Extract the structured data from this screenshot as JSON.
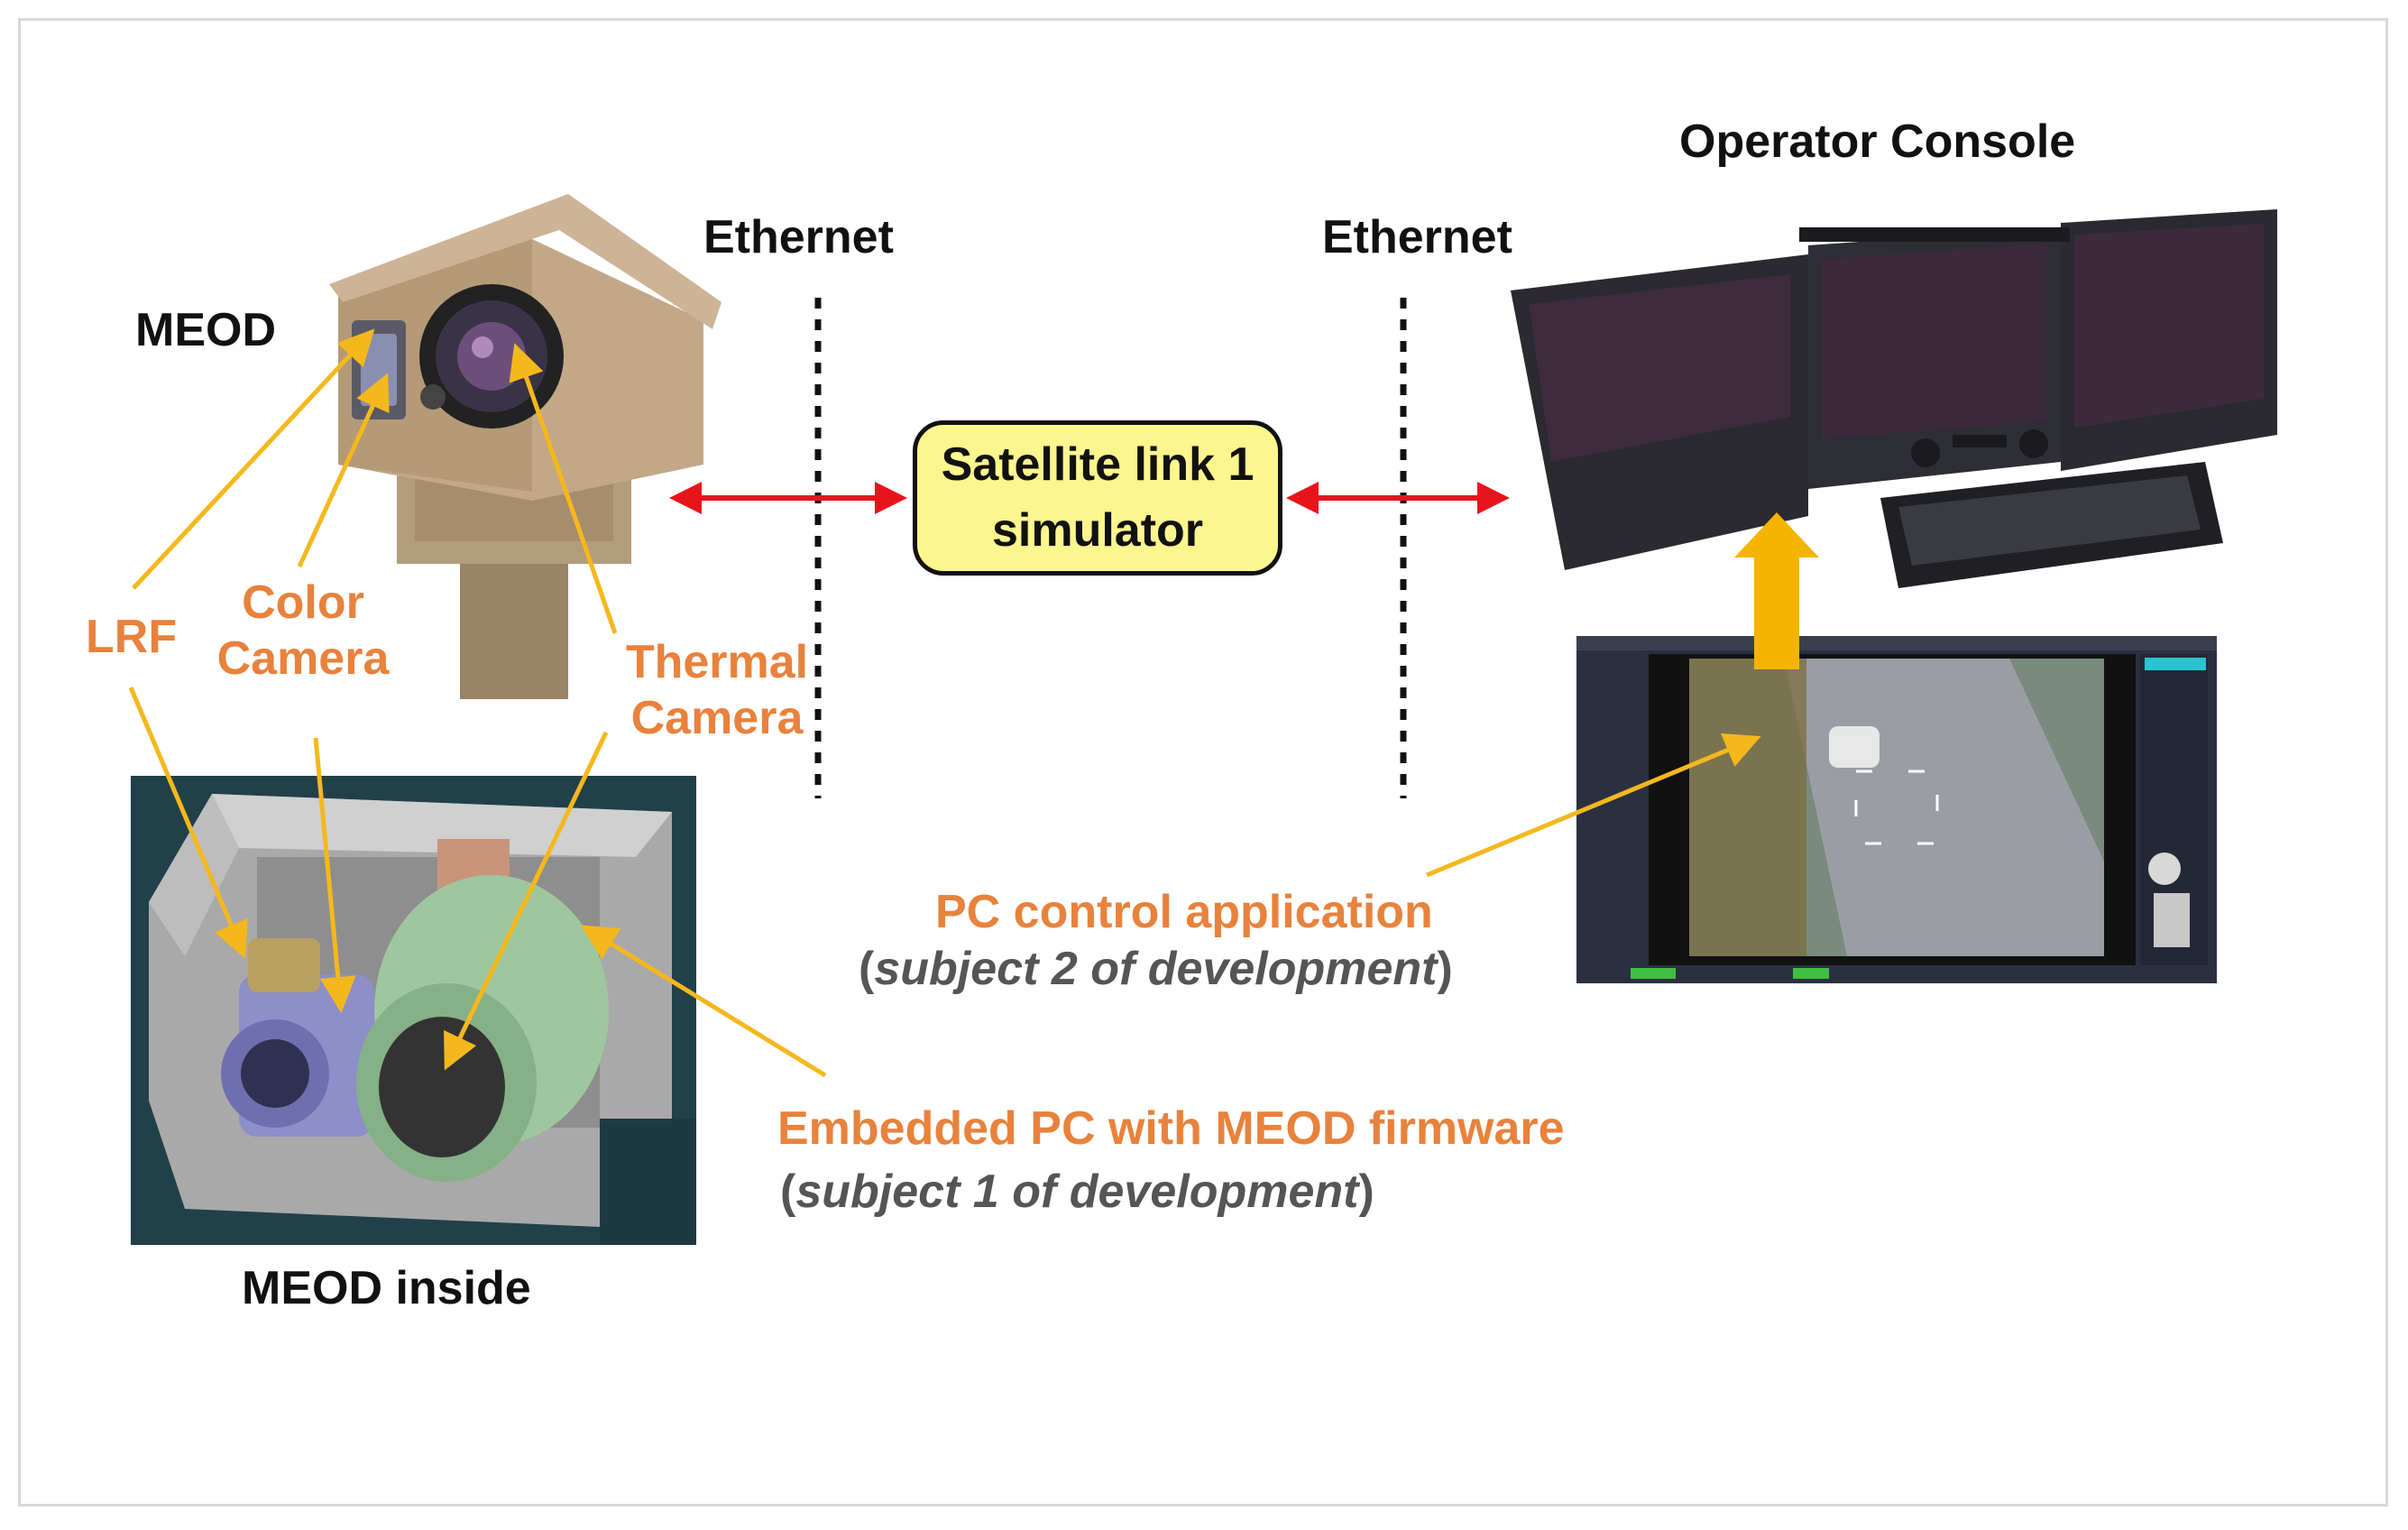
{
  "labels": {
    "meod": "MEOD",
    "ethernet_left": "Ethernet",
    "ethernet_right": "Ethernet",
    "operator_console": "Operator Console",
    "satellite_line1": "Satellite link 1",
    "satellite_line2": "simulator",
    "lrf": "LRF",
    "color_camera_line1": "Color",
    "color_camera_line2": "Camera",
    "thermal_camera_line1": "Thermal",
    "thermal_camera_line2": "Camera",
    "meod_inside": "MEOD inside",
    "pc_app_title": "PC control application",
    "pc_app_paren_open": "(",
    "pc_app_subject": "subject 2 of development",
    "pc_app_paren_close": ")",
    "embedded_title": "Embedded PC with MEOD firmware",
    "embedded_paren_open": "(",
    "embedded_subject": "subject 1 of development",
    "embedded_paren_close": ")"
  },
  "colors": {
    "label_orange": "#e8823c",
    "arrow_red": "#e8141c",
    "pointer_yellow": "#f5b81c",
    "big_arrow": "#f5b400",
    "box_fill": "#fdf58e"
  }
}
